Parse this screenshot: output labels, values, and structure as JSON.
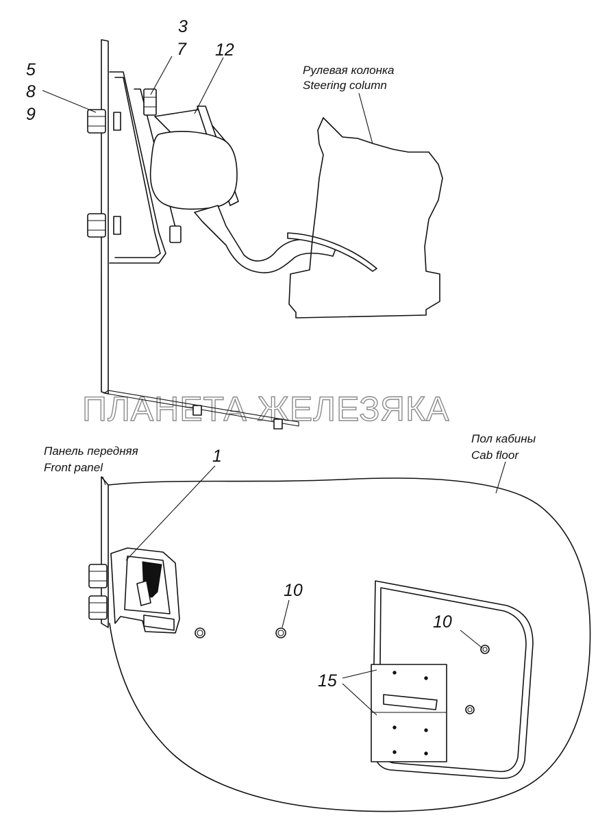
{
  "callouts": {
    "c3": "3",
    "c7": "7",
    "c12": "12",
    "c5": "5",
    "c8": "8",
    "c9": "9",
    "c1": "1",
    "c10a": "10",
    "c10b": "10",
    "c15": "15"
  },
  "labels": {
    "steering_ru": "Рулевая колонка",
    "steering_en": "Steering column",
    "panel_ru": "Панель передняя",
    "panel_en": "Front  panel",
    "floor_ru": "Пол кабины",
    "floor_en": "Cab floor"
  },
  "watermark": "ПЛАНЕТА ЖЕЛЕЗЯКА"
}
